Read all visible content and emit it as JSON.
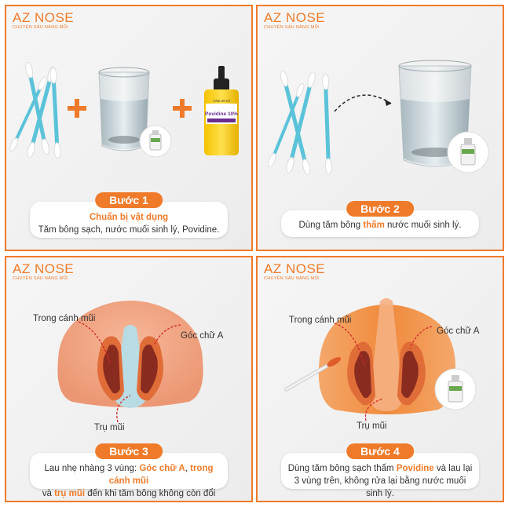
{
  "brand": {
    "name": "AZ NOSE",
    "tagline": "CHUYÊN SÂU NÂNG MŨI"
  },
  "colors": {
    "accent": "#ef7b2a",
    "cotton_stem": "#5bc3d9"
  },
  "steps": [
    {
      "badge": "Bước 1",
      "title": "Chuẩn bị vật dụng",
      "text": "Tăm bông sạch, nước muối sinh lý, Povidine.",
      "bottle_label": "Povidine 10%",
      "bottle_volume": "Chai 20 ml"
    },
    {
      "badge": "Bước 2",
      "text_before": "Dùng tăm bông ",
      "text_hl": "thấm",
      "text_after": " nước muối sinh lý."
    },
    {
      "badge": "Bước 3",
      "line1_a": "Lau nhẹ nhàng 3 vùng: ",
      "line1_hl1": "Góc chữ A",
      "line1_b": ", ",
      "line1_hl2": "trong cánh mũi",
      "line2_a": "và ",
      "line2_hl": "trụ mũi",
      "line2_b": " đến khi tăm bông không còn đổi màu.",
      "labels": {
        "inner_wing": "Trong cánh mũi",
        "a_corner": "Góc chữ A",
        "columella": "Trụ mũi"
      }
    },
    {
      "badge": "Bước 4",
      "line1_a": "Dùng tăm bông sạch thấm ",
      "line1_hl": "Povidine",
      "line1_b": " và lau lại",
      "line2": "3 vùng trên, không rửa lại bằng nước muối sinh lý.",
      "labels": {
        "inner_wing": "Trong cánh mũi",
        "a_corner": "Góc chữ A",
        "columella": "Trụ mũi"
      }
    }
  ]
}
